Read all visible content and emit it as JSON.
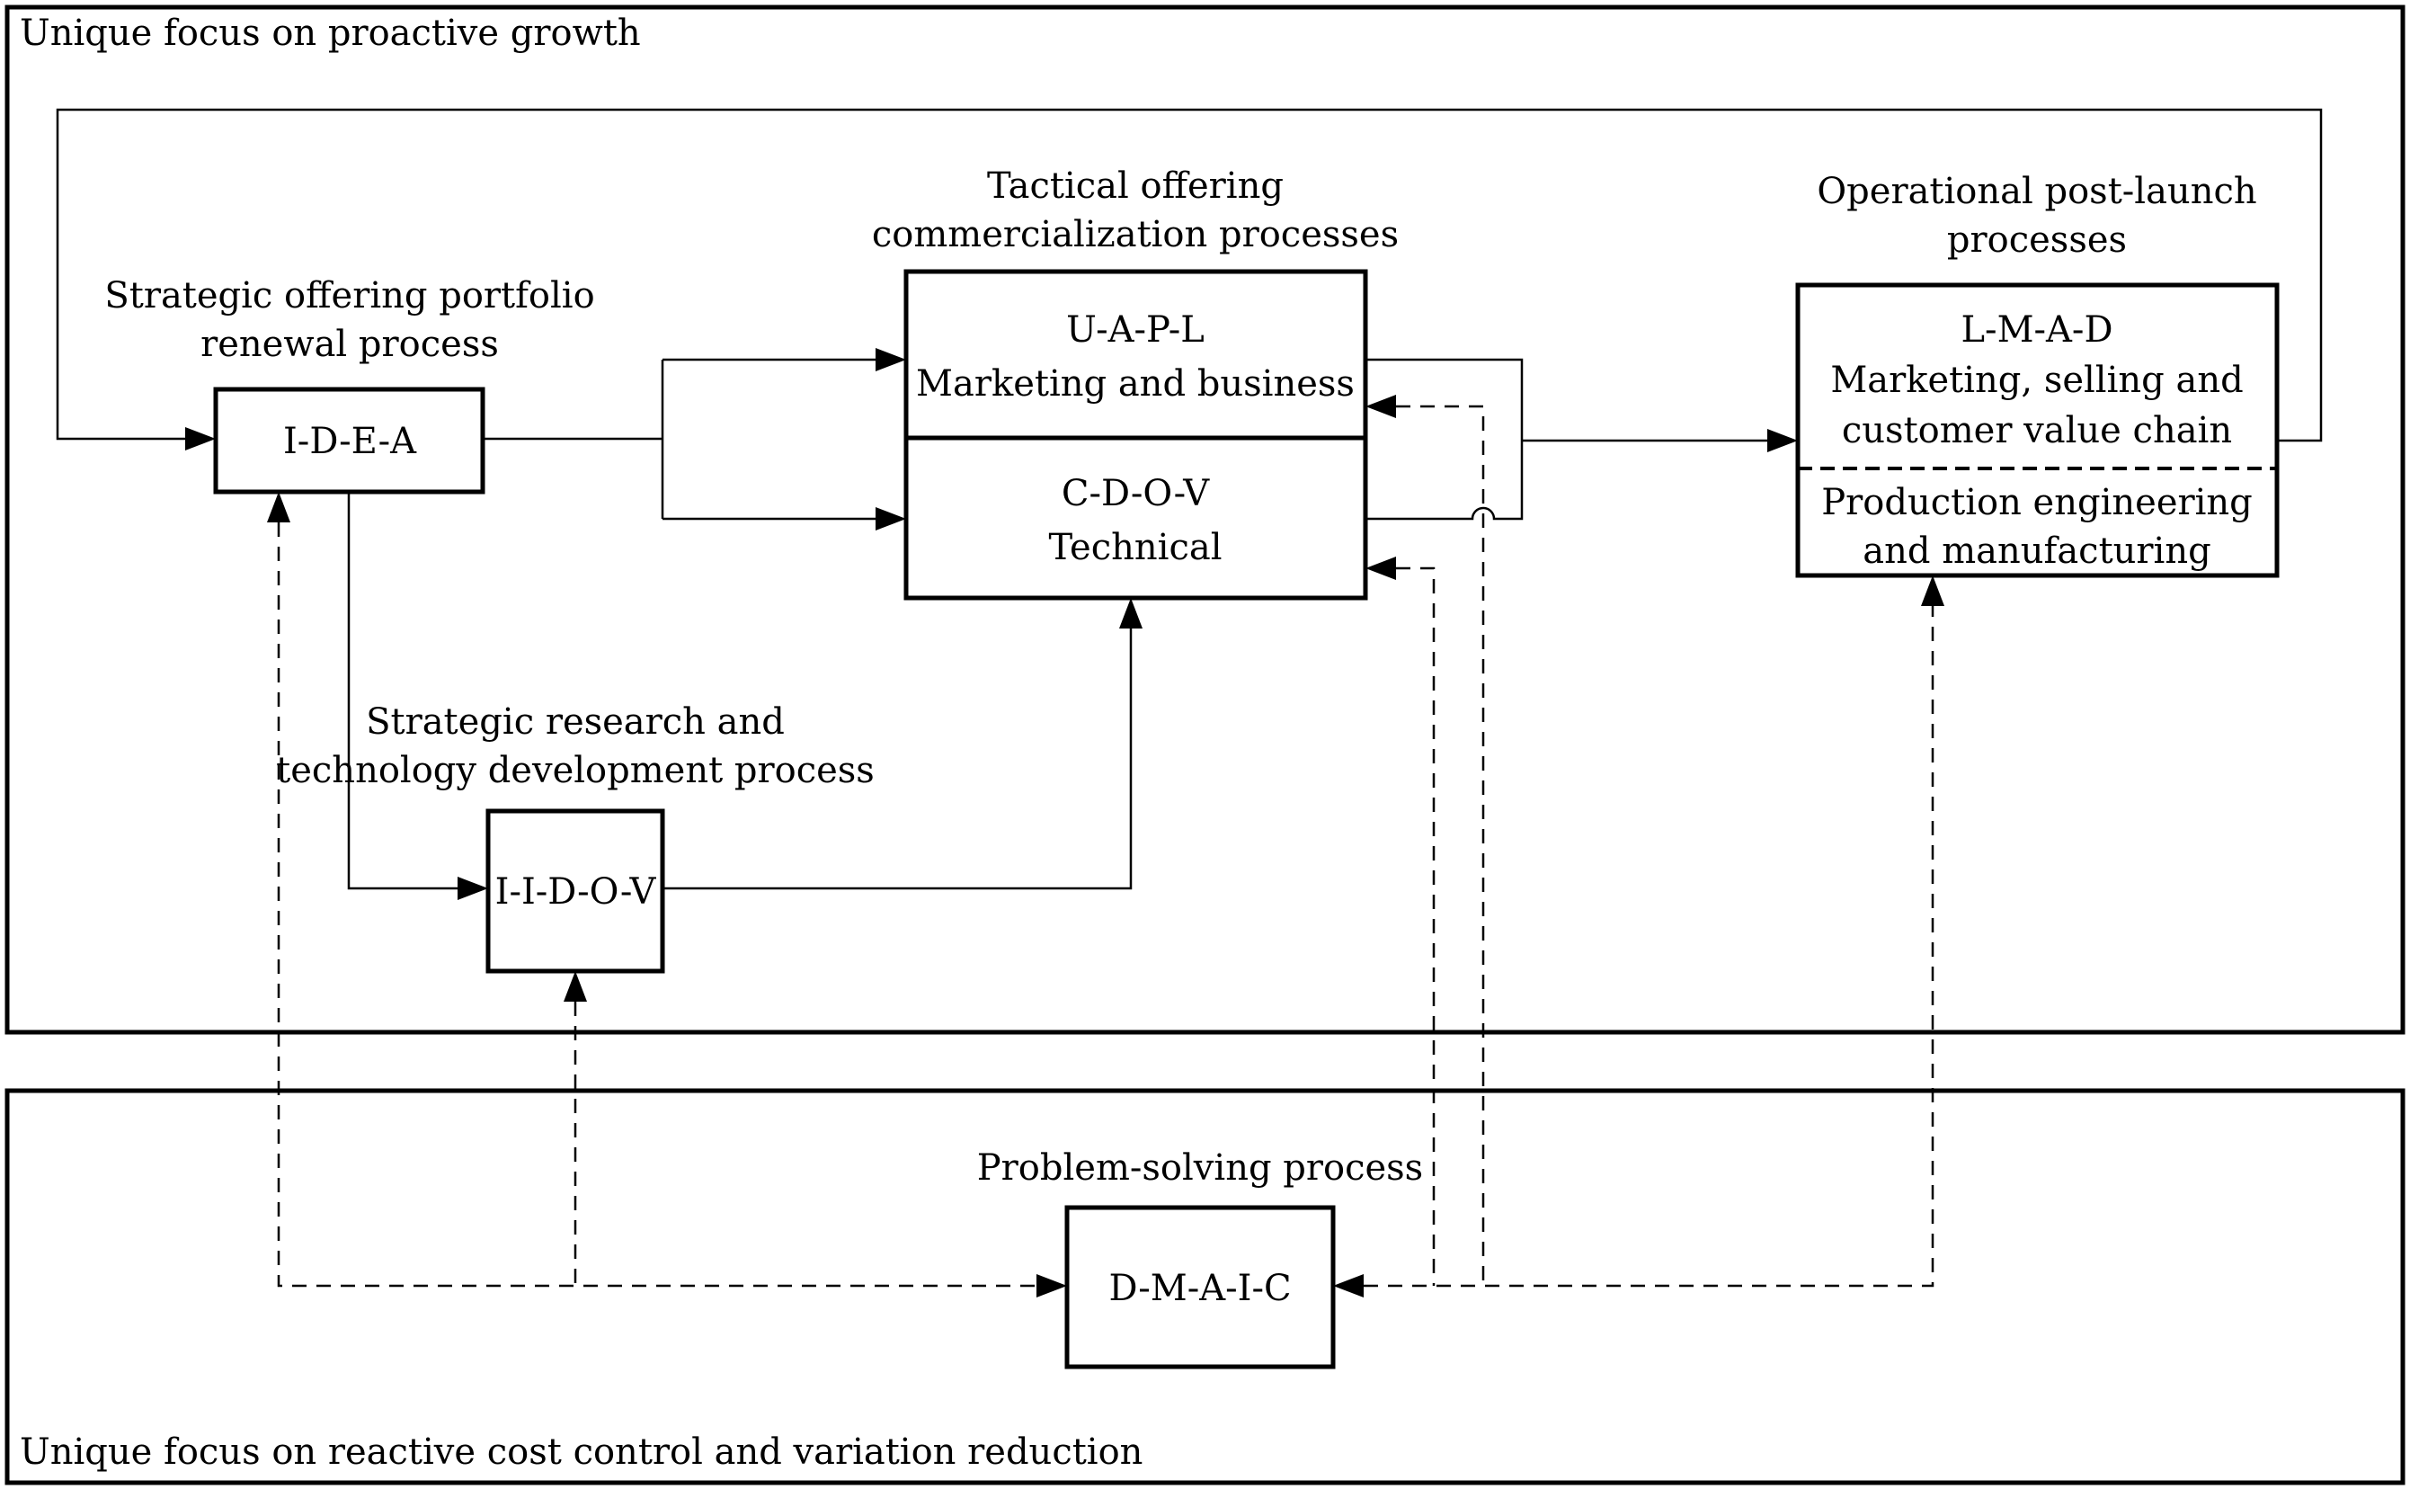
{
  "diagram": {
    "colors": {
      "ink": "#000000",
      "background": "#ffffff"
    },
    "containers": {
      "top": {
        "label": "Unique focus on proactive growth"
      },
      "bottom": {
        "label": "Unique focus on reactive cost control and variation reduction"
      }
    },
    "processes": {
      "idea": {
        "title_line1": "Strategic offering portfolio",
        "title_line2": "renewal process",
        "code": "I-D-E-A"
      },
      "tactical": {
        "title_line1": "Tactical offering",
        "title_line2": "commercialization processes",
        "upper_code": "U-A-P-L",
        "upper_label": "Marketing and business",
        "lower_code": "C-D-O-V",
        "lower_label": "Technical"
      },
      "operational": {
        "title_line1": "Operational post-launch",
        "title_line2": "processes",
        "code": "L-M-A-D",
        "upper_line1": "Marketing, selling and",
        "upper_line2": "customer value chain",
        "lower_line1": "Production engineering",
        "lower_line2": "and manufacturing"
      },
      "research": {
        "title_line1": "Strategic research and",
        "title_line2": "technology development process",
        "code": "I-I-D-O-V"
      },
      "problem_solving": {
        "title": "Problem-solving process",
        "code": "D-M-A-I-C"
      }
    }
  }
}
